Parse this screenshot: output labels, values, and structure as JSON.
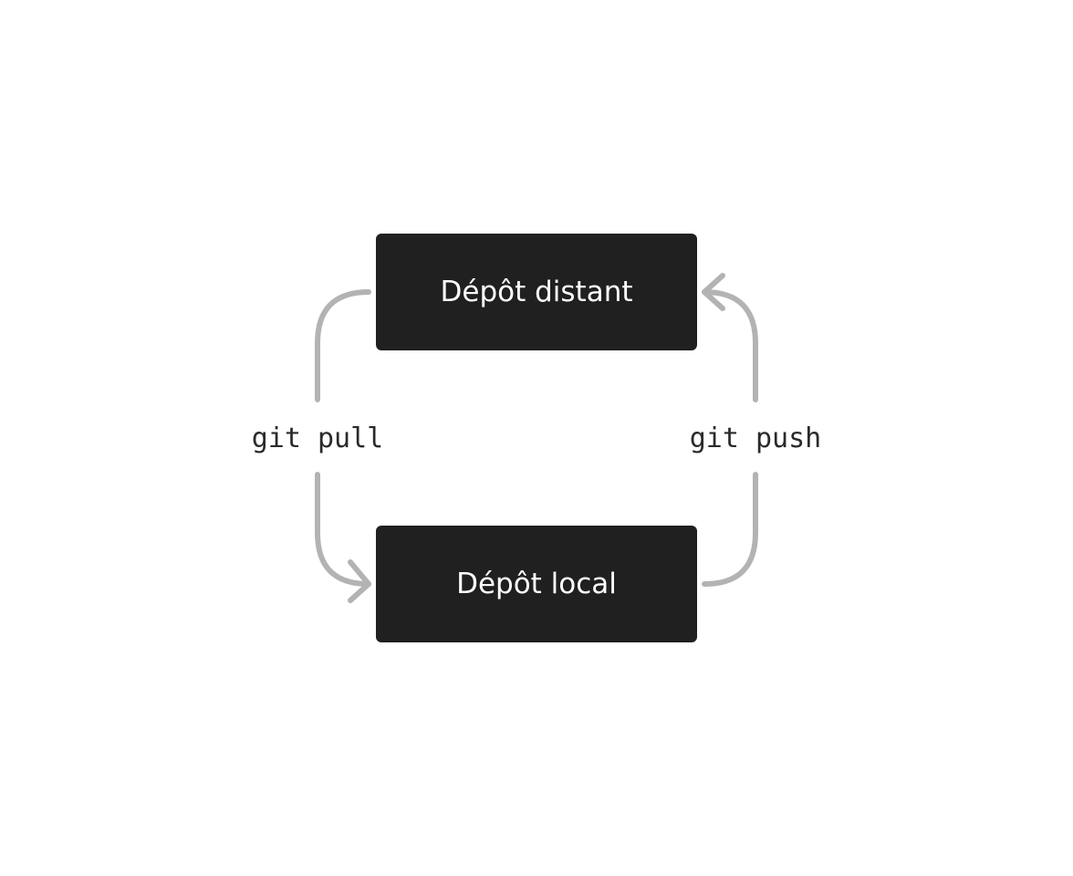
{
  "diagram": {
    "nodes": {
      "remote": {
        "label": "Dépôt distant"
      },
      "local": {
        "label": "Dépôt local"
      }
    },
    "edges": {
      "pull": {
        "label": "git pull",
        "from": "remote",
        "to": "local"
      },
      "push": {
        "label": "git push",
        "from": "local",
        "to": "remote"
      }
    }
  },
  "colors": {
    "node_fill": "#202020",
    "node_text": "#ffffff",
    "arrow": "#b3b3b3",
    "label_text": "#2a2a2a",
    "background": "#ffffff"
  }
}
